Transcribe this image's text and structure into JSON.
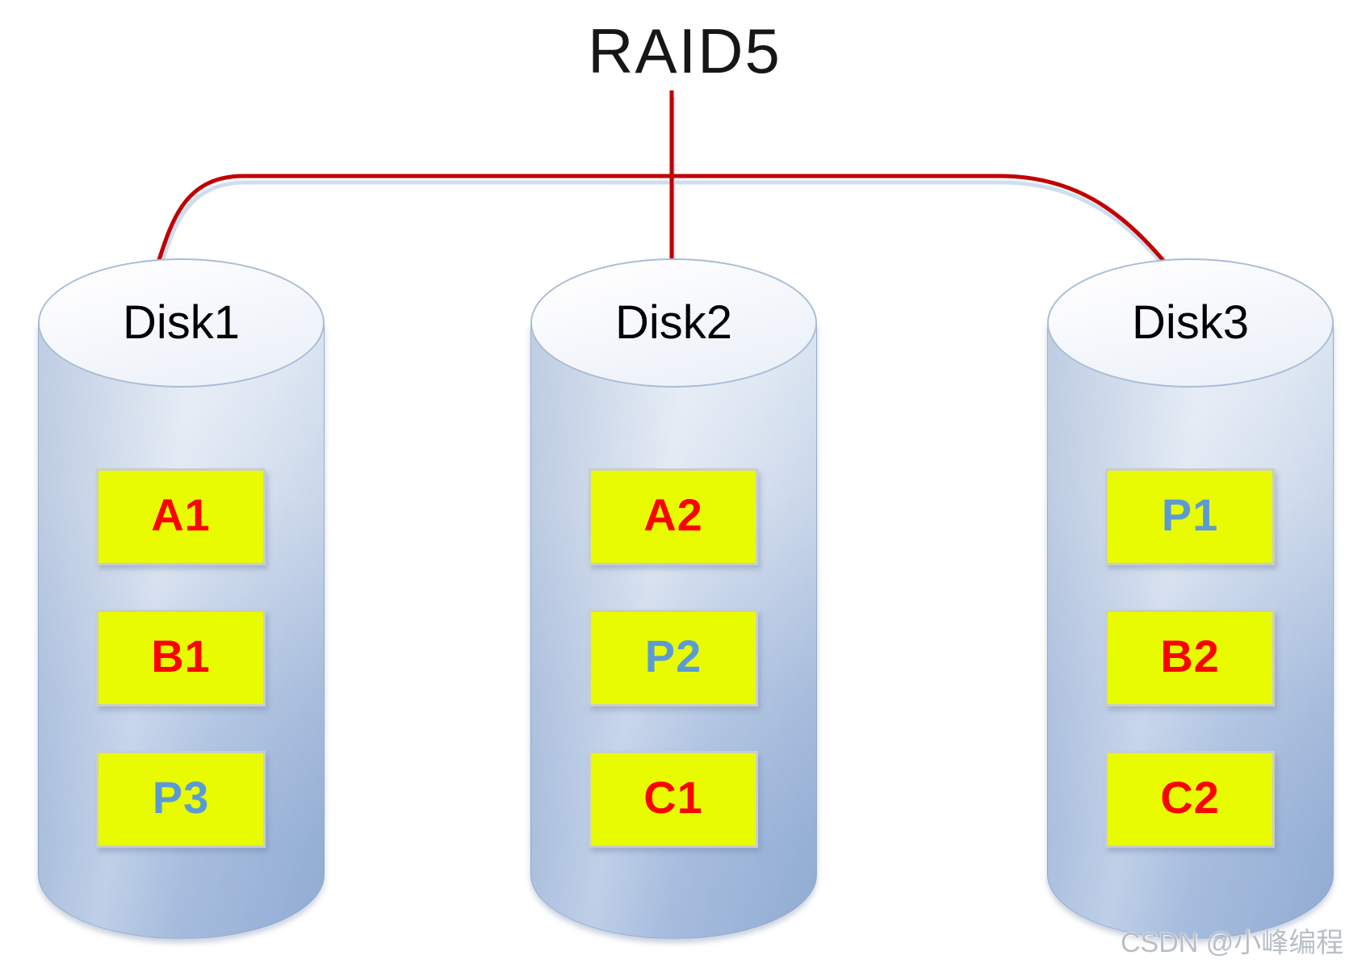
{
  "title": "RAID5",
  "watermark": "CSDN @小峰编程",
  "colors": {
    "connector_red": "#c00000",
    "block_background": "#e9fb00",
    "data_text": "#fe0000",
    "parity_text": "#5b9bd5"
  },
  "disks": [
    {
      "name": "Disk1",
      "blocks": [
        {
          "label": "A1",
          "type": "data"
        },
        {
          "label": "B1",
          "type": "data"
        },
        {
          "label": "P3",
          "type": "parity"
        }
      ]
    },
    {
      "name": "Disk2",
      "blocks": [
        {
          "label": "A2",
          "type": "data"
        },
        {
          "label": "P2",
          "type": "parity"
        },
        {
          "label": "C1",
          "type": "data"
        }
      ]
    },
    {
      "name": "Disk3",
      "blocks": [
        {
          "label": "P1",
          "type": "parity"
        },
        {
          "label": "B2",
          "type": "data"
        },
        {
          "label": "C2",
          "type": "data"
        }
      ]
    }
  ]
}
